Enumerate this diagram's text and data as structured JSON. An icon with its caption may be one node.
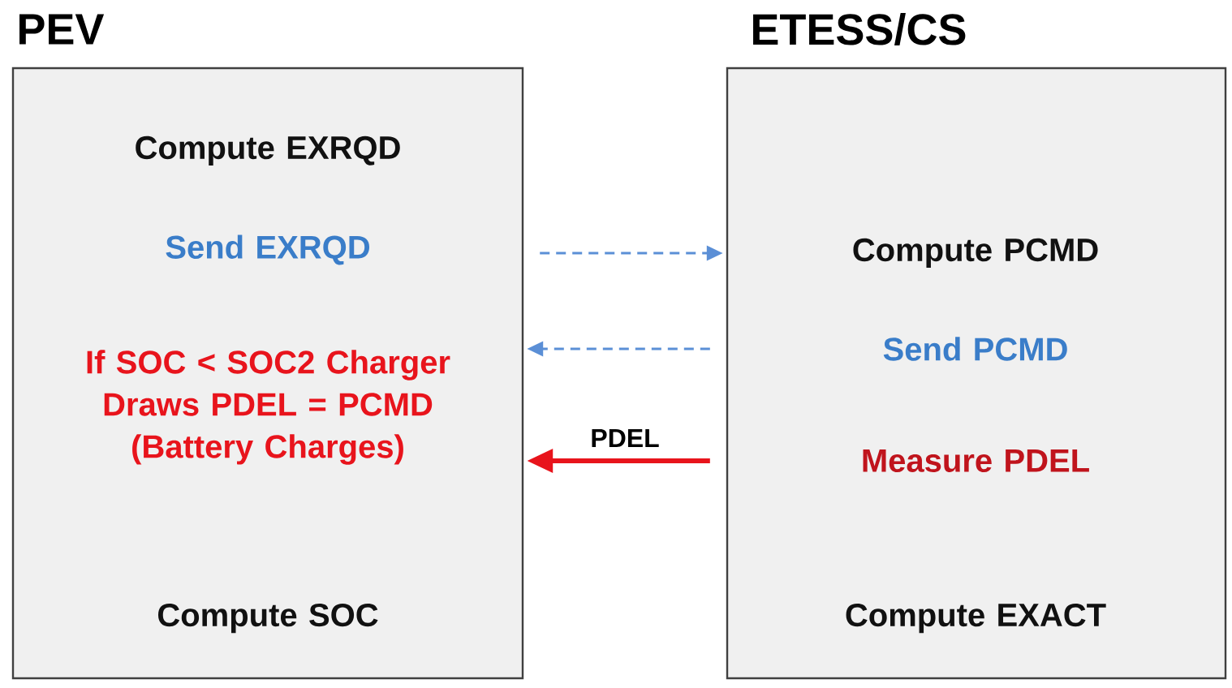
{
  "diagram": {
    "nodes": [
      {
        "text": [
          "PEV",
          "Compute EXRQD",
          "Send EXRQD",
          "If SOC < SOC2 Charger Draws PDEL = PCMD (Battery Charges)",
          "Compute SOC"
        ]
      },
      {
        "text": [
          "ETESS/CS",
          "Compute PCMD",
          "Send PCMD",
          "Measure PDEL",
          "Compute EXACT"
        ]
      }
    ],
    "edges": [
      {
        "from": 0,
        "to": 1,
        "arrow": "to",
        "style": "dashed"
      },
      {
        "from": 1,
        "to": 0,
        "arrow": "to",
        "style": "dashed"
      },
      {
        "from": 1,
        "to": 0,
        "arrow": "to",
        "style": "thick",
        "color": "#e8141c",
        "label": "PDEL"
      }
    ]
  }
}
